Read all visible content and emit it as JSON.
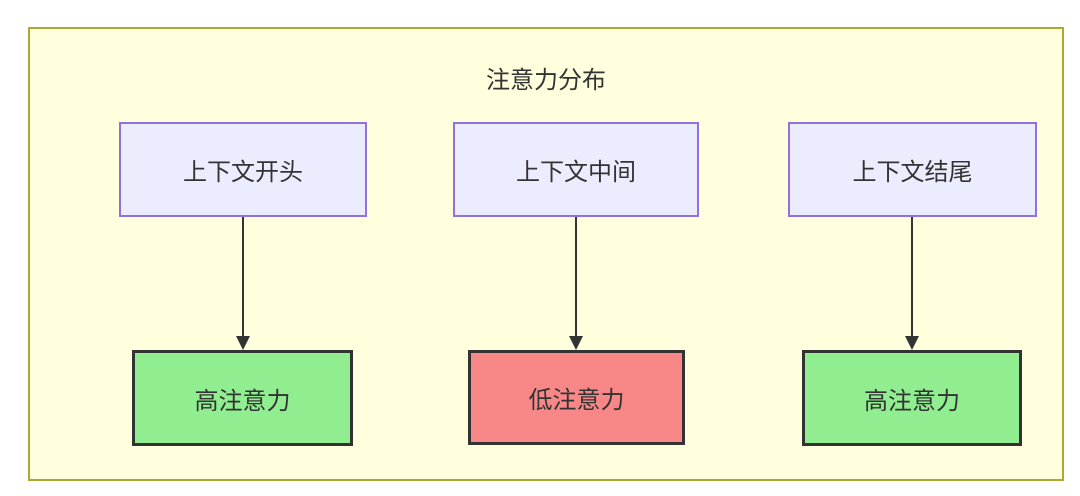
{
  "diagram": {
    "title": "注意力分布",
    "top_nodes": [
      {
        "label": "上下文开头"
      },
      {
        "label": "上下文中间"
      },
      {
        "label": "上下文结尾"
      }
    ],
    "bottom_nodes": [
      {
        "label": "高注意力",
        "level": "high"
      },
      {
        "label": "低注意力",
        "level": "low"
      },
      {
        "label": "高注意力",
        "level": "high"
      }
    ],
    "edges": [
      {
        "from": "上下文开头",
        "to": "高注意力"
      },
      {
        "from": "上下文中间",
        "to": "低注意力"
      },
      {
        "from": "上下文结尾",
        "to": "高注意力"
      }
    ]
  },
  "colors": {
    "canvas_bg": "#FFFFFF",
    "container_bg": "#FFFFDE",
    "container_border": "#AAAA33",
    "context_node_bg": "#ECECFF",
    "context_node_border": "#9370DB",
    "high_attention_bg": "#90EE90",
    "low_attention_bg": "#F88888",
    "attention_node_border": "#333333",
    "arrow": "#333333",
    "text": "#333333"
  }
}
